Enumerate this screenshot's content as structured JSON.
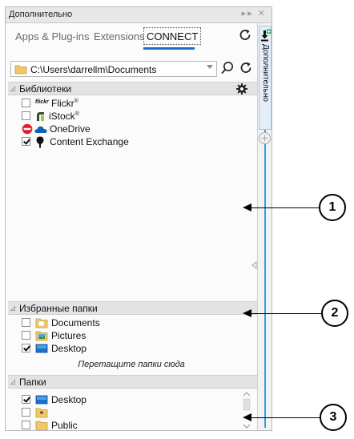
{
  "window": {
    "title": "Дополнительно"
  },
  "tabs": [
    {
      "label": "Apps & Plug-ins"
    },
    {
      "label": "Extensions"
    },
    {
      "label": "CONNECT"
    }
  ],
  "path": {
    "value": "C:\\Users\\darrellm\\Documents"
  },
  "libraries": {
    "title": "Библиотеки",
    "items": [
      {
        "badge": "flickr",
        "label": "Flickr",
        "sup": "®",
        "checked": false
      },
      {
        "label": "iStock",
        "sup": "®",
        "checked": false
      },
      {
        "label": "OneDrive",
        "status": "unavailable"
      },
      {
        "label": "Content Exchange",
        "checked": true
      }
    ]
  },
  "favorites": {
    "title": "Избранные папки",
    "items": [
      {
        "label": "Documents",
        "checked": false
      },
      {
        "label": "Pictures",
        "checked": false
      },
      {
        "label": "Desktop",
        "checked": true
      }
    ],
    "hint": "Перетащите папки сюда"
  },
  "folders": {
    "title": "Папки",
    "items": [
      {
        "label": "Desktop",
        "checked": true
      },
      {
        "label": "",
        "checked": false
      },
      {
        "label": "Public",
        "checked": false
      }
    ]
  },
  "sidebar": {
    "tab_label": "Дополнительно"
  },
  "callouts": [
    "1",
    "2",
    "3"
  ],
  "colors": {
    "accent": "#1a73c8",
    "side_line": "#3aa0dd",
    "onedrive": "#0f62b8",
    "block": "#e0202c"
  }
}
